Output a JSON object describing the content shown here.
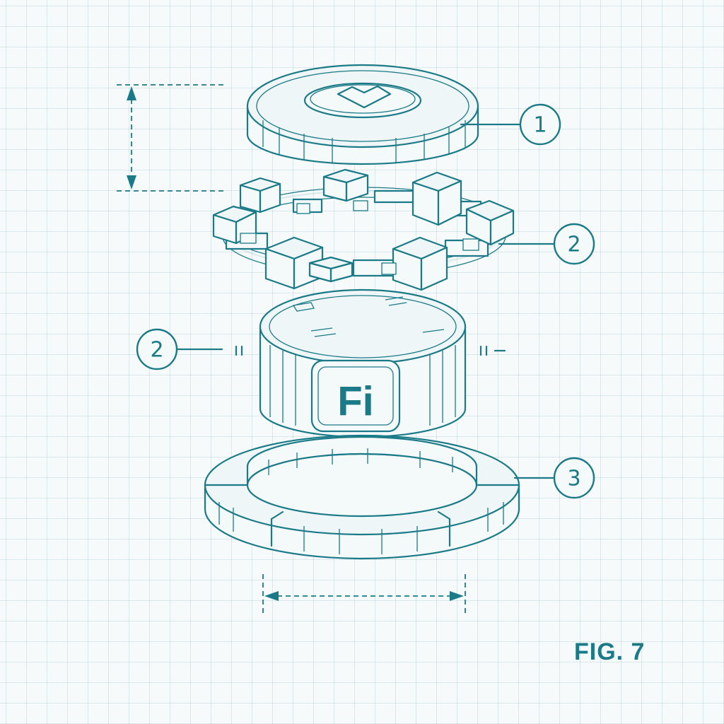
{
  "figure": {
    "label": "FIG. 7"
  },
  "callouts": [
    {
      "number": "1",
      "target": "top-cap"
    },
    {
      "number": "2",
      "target": "link-ring"
    },
    {
      "number": "2",
      "target": "core-cylinder"
    },
    {
      "number": "3",
      "target": "base-ring"
    }
  ],
  "core_badge": {
    "text": "Fi"
  },
  "colors": {
    "ink": "#1a7a87",
    "paper": "#f7fafb",
    "grid": "#d4e7ea"
  }
}
